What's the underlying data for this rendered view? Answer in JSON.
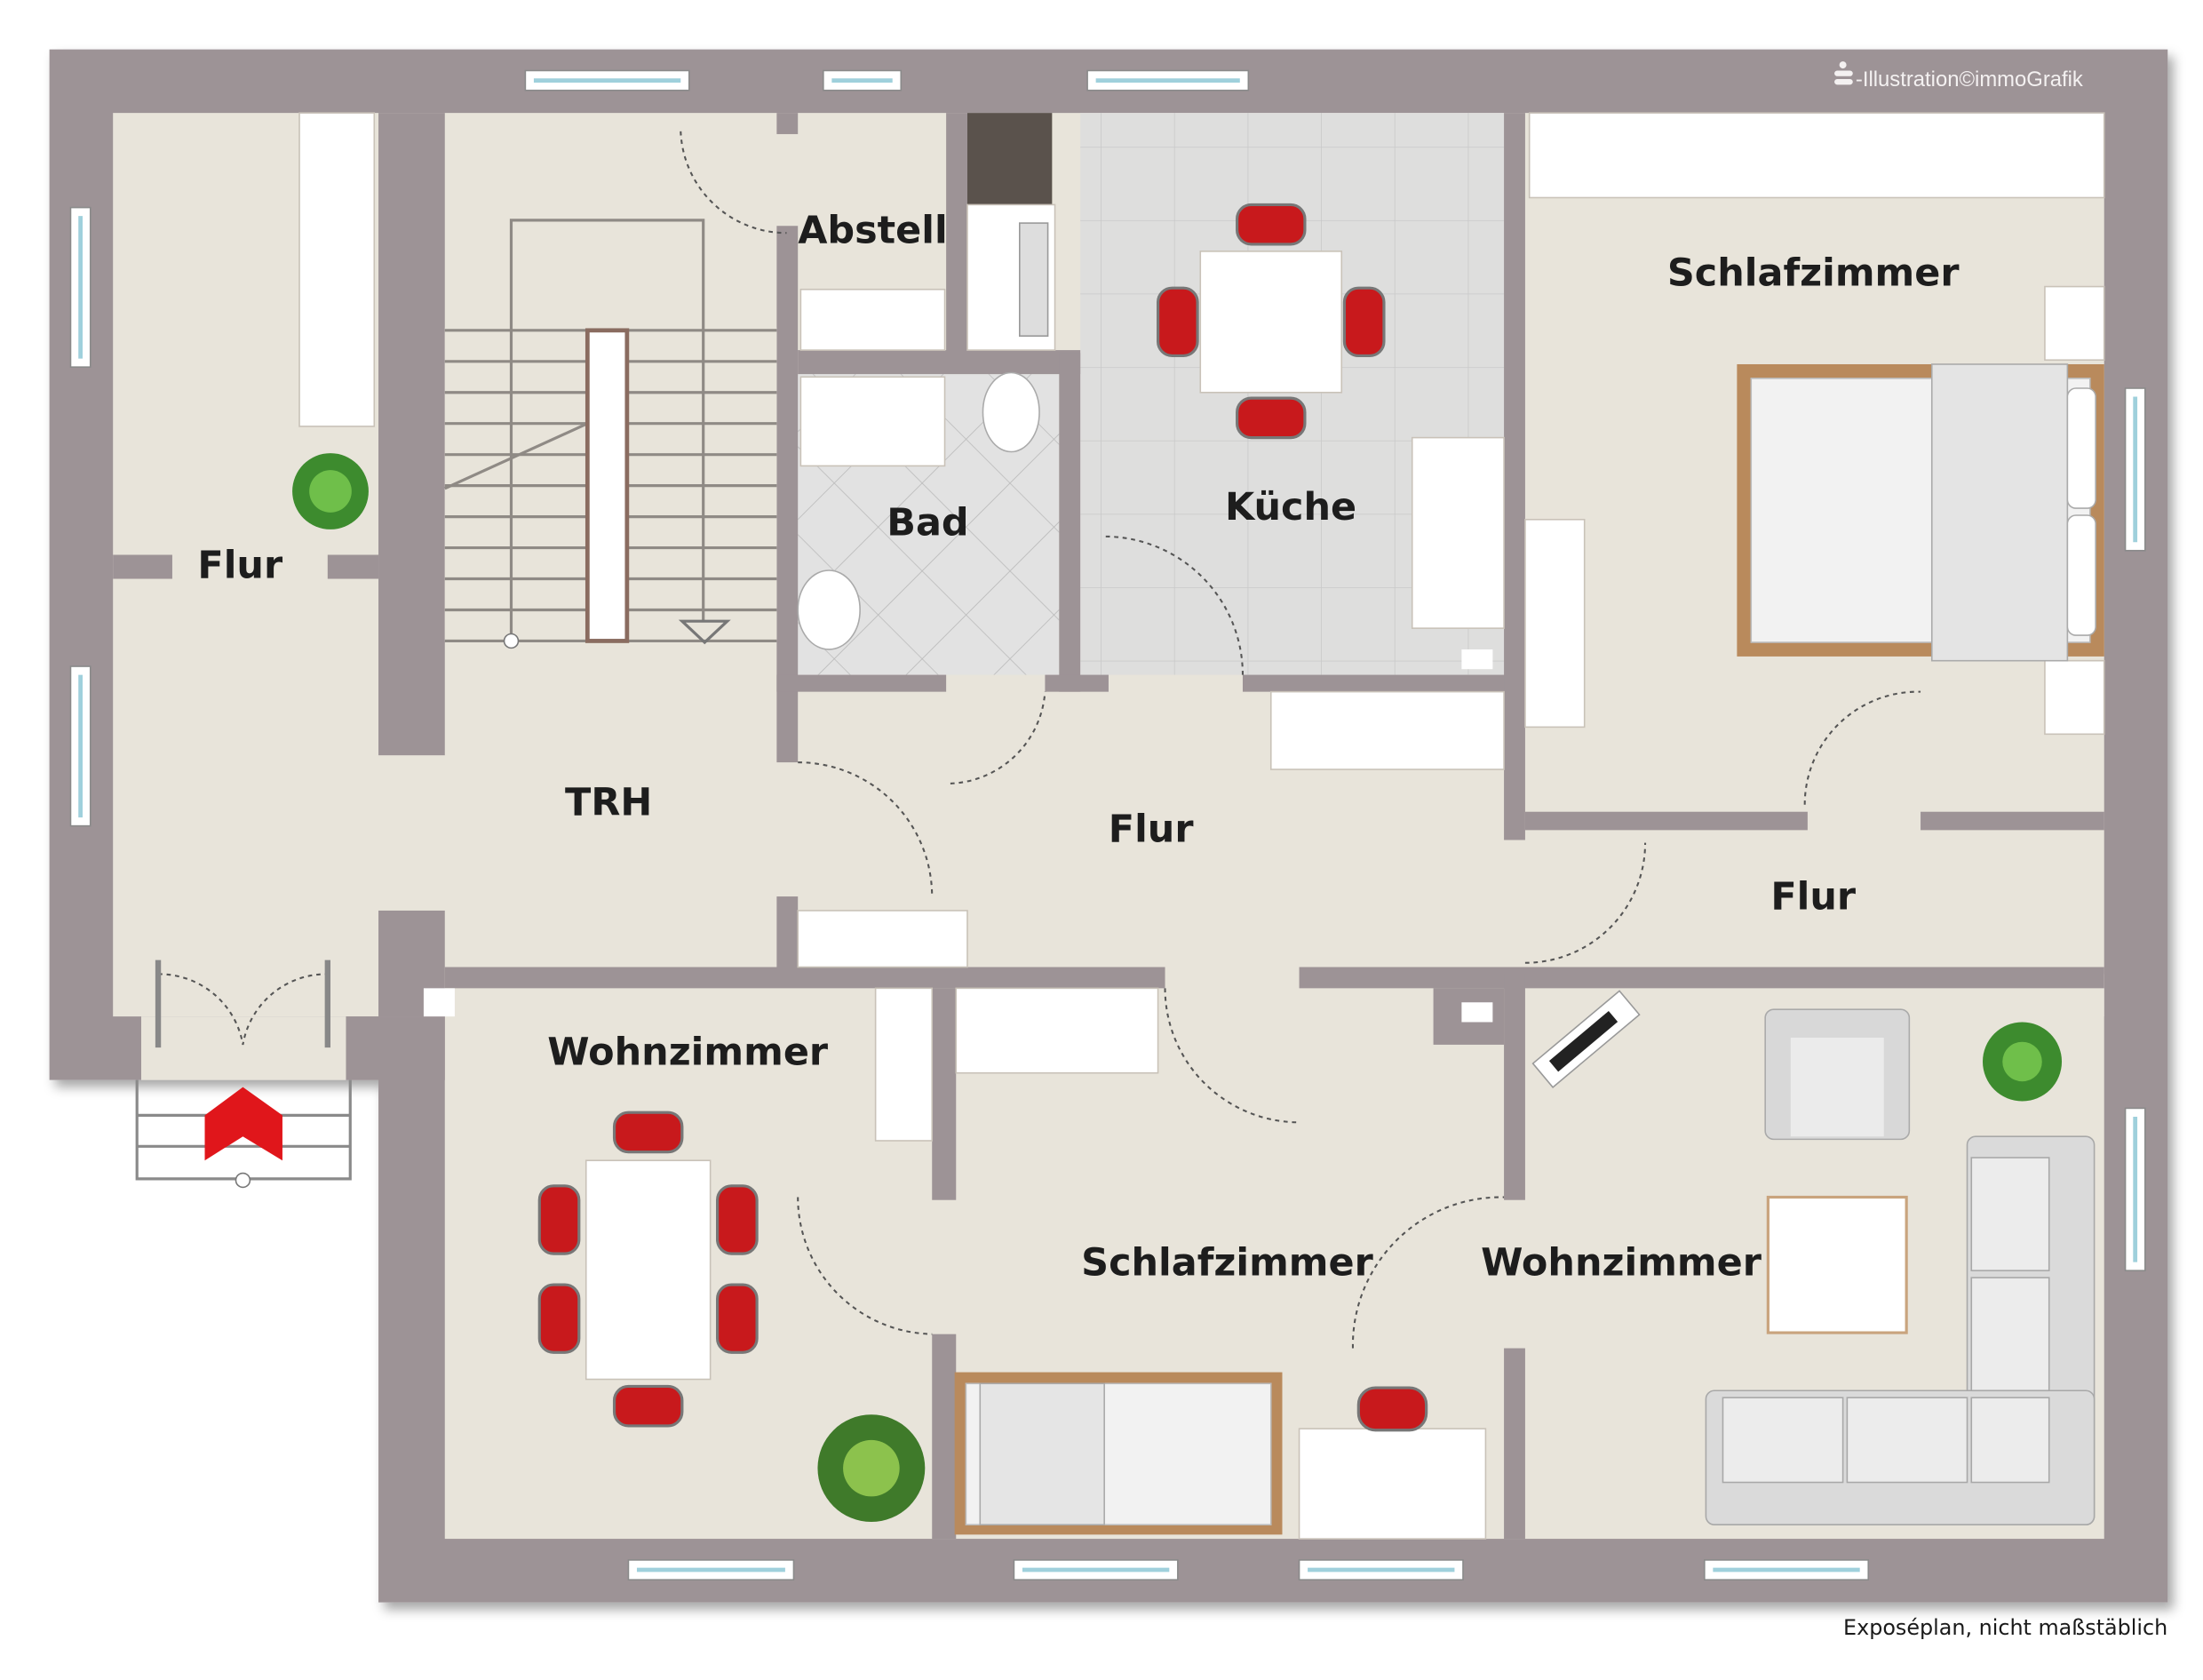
{
  "credit": "-Illustration©immoGrafik",
  "note": "Exposéplan, nicht maßstäblich",
  "rooms": {
    "flur_left": "Flur",
    "abstell": "Abstell",
    "bad": "Bad",
    "kueche": "Küche",
    "schlafzimmer_top": "Schlafzimmer",
    "trh": "TRH",
    "flur_center": "Flur",
    "flur_right": "Flur",
    "wohnzimmer_left": "Wohnzimmer",
    "schlafzimmer_bottom": "Schlafzimmer",
    "wohnzimmer_right": "Wohnzimmer"
  },
  "colors": {
    "wall": "#9d9396",
    "floor": "#e8e4da",
    "tile": "#dcdcdb",
    "chair": "#c8191c",
    "bed_frame": "#b98a5c",
    "entrance_arrow": "#e0161b"
  }
}
